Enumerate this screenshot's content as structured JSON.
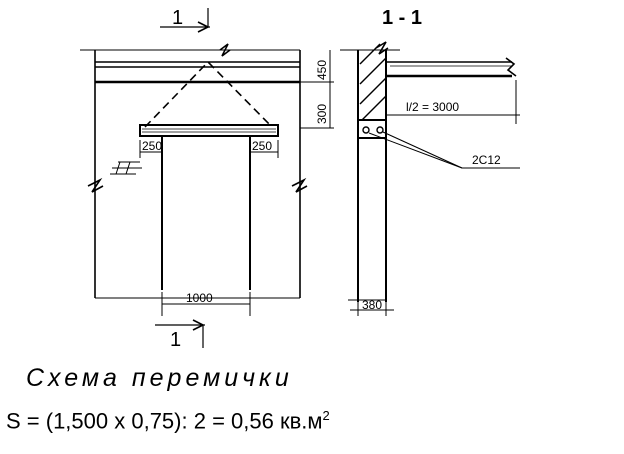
{
  "labels": {
    "section_mark_top": "1",
    "section_mark_bottom": "1",
    "section_title": "1 - 1",
    "dim_slab": "450",
    "dim_height": "300",
    "dim_left_bearing": "250",
    "dim_right_bearing": "250",
    "dim_opening": "1000",
    "dim_wall": "380",
    "dim_half_span": "l/2 = 3000",
    "rebar": "2С12"
  },
  "caption": "Схема перемички",
  "formula": {
    "text": "S = (1,500 x 0,75): 2 = 0,56 кв.м",
    "sup": "2"
  }
}
